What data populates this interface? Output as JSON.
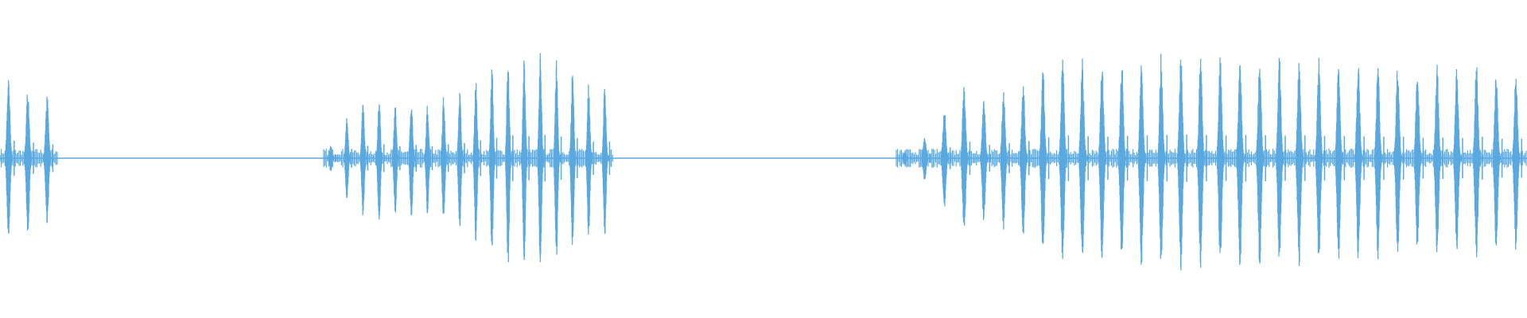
{
  "waveform": {
    "color": "#5aa9e0",
    "bursts": [
      {
        "t0": 0.0,
        "t1": 0.038,
        "amps": [
          0.74,
          0.66,
          0.58
        ]
      },
      {
        "t0": 0.212,
        "t1": 0.402,
        "amps": [
          0.12,
          0.38,
          0.52,
          0.58,
          0.5,
          0.56,
          0.5,
          0.58,
          0.64,
          0.75,
          0.86,
          0.96,
          0.93,
          0.98,
          0.91,
          0.84,
          0.7,
          0.7
        ]
      },
      {
        "t0": 0.587,
        "t1": 1.0,
        "amps": [
          0.06,
          0.2,
          0.46,
          0.7,
          0.56,
          0.64,
          0.72,
          0.88,
          0.96,
          0.93,
          0.91,
          0.94,
          0.96,
          0.98,
          1.0,
          0.97,
          0.96,
          0.98,
          0.97,
          0.95,
          0.96,
          0.94,
          0.93,
          0.92,
          0.91,
          0.9,
          0.86,
          0.87,
          0.85,
          0.9,
          0.82,
          0.82
        ]
      }
    ]
  }
}
